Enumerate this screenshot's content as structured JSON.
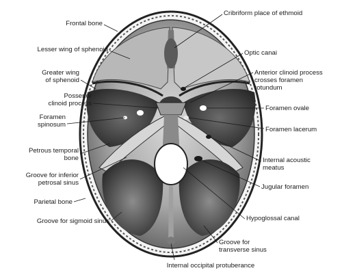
{
  "figure": {
    "left_labels": [
      {
        "id": "frontal-bone",
        "lines": [
          "Frontal bone"
        ]
      },
      {
        "id": "lesser-wing",
        "lines": [
          "Lesser wing of sphenoid"
        ]
      },
      {
        "id": "greater-wing",
        "lines": [
          "Greater wing",
          "of sphenoid"
        ]
      },
      {
        "id": "posterior-clinoid",
        "lines": [
          "Posserior",
          "clinoid process"
        ]
      },
      {
        "id": "foramen-spinosum",
        "lines": [
          "Foramen",
          "spinosum"
        ]
      },
      {
        "id": "petrous-temporal",
        "lines": [
          "Petrous temporal",
          "bone"
        ]
      },
      {
        "id": "groove-inferior-petrosal",
        "lines": [
          "Groove for inferior",
          "petrosal sinus"
        ]
      },
      {
        "id": "parietal-bone",
        "lines": [
          "Parietal bone"
        ]
      },
      {
        "id": "groove-sigmoid",
        "lines": [
          "Groove for sigmoid sinus"
        ]
      }
    ],
    "right_labels": [
      {
        "id": "cribriform",
        "lines": [
          "Cribriform place of ethmoid"
        ]
      },
      {
        "id": "optic-canal",
        "lines": [
          "Optic canai"
        ]
      },
      {
        "id": "anterior-clinoid",
        "lines": [
          "Anterior clinoid process",
          "crosses foramen",
          "rotundum"
        ]
      },
      {
        "id": "foramen-ovale",
        "lines": [
          "Foramen ovale"
        ]
      },
      {
        "id": "foramen-lacerum",
        "lines": [
          "Foramen lacerum"
        ]
      },
      {
        "id": "internal-acoustic",
        "lines": [
          "Internal acoustic",
          "meatus"
        ]
      },
      {
        "id": "jugular-foramen",
        "lines": [
          "Jugular foramen"
        ]
      },
      {
        "id": "hypoglossal-canal",
        "lines": [
          "Hypoglossal canal"
        ]
      },
      {
        "id": "groove-transverse",
        "lines": [
          "Groove for",
          "transverse sinus"
        ]
      }
    ],
    "bottom_labels": [
      {
        "id": "internal-occipital",
        "lines": [
          "Internal occipital protuberance"
        ]
      }
    ]
  }
}
